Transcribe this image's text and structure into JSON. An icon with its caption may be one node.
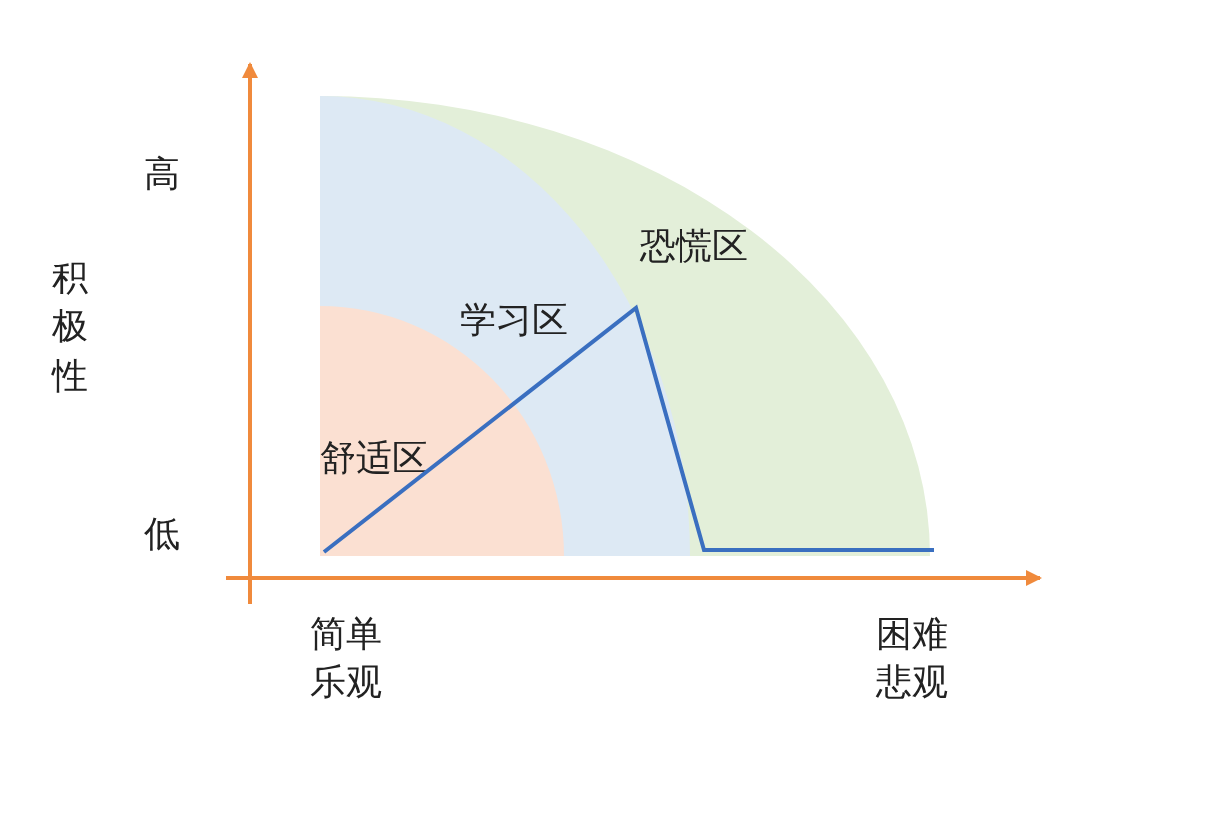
{
  "diagram": {
    "nodes": [
      {
        "text": [
          "恐慌区"
        ]
      },
      {
        "text": [
          "学习区"
        ],
        "in": 0
      },
      {
        "text": [
          "舒适区"
        ],
        "in": 1
      }
    ],
    "labels": [
      "高",
      "积极性",
      "低",
      "简单乐观",
      "困难悲观"
    ]
  }
}
